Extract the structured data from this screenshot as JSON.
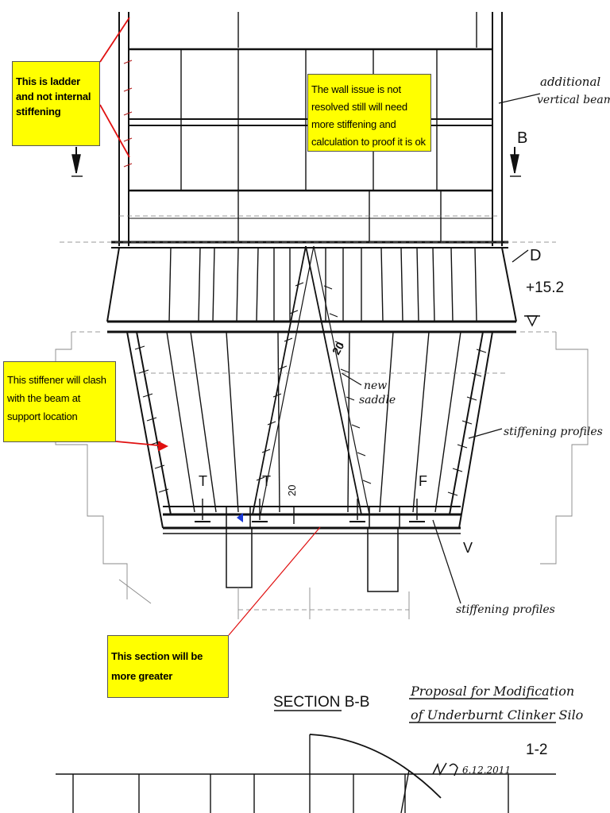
{
  "notes": {
    "ladder": "This is ladder and not internal stiffening",
    "wall": "The wall issue is not resolved still will need more stiffening and calculation to proof it is ok",
    "stiffener": "This stiffener will clash with the beam at support location",
    "section": "This section will be more greater"
  },
  "drawing": {
    "additional_beams": [
      "additional",
      "vertical beams"
    ],
    "label_b": "B",
    "label_d": "D",
    "level": "+15.2",
    "dim_20_a": "20",
    "dim_20_b": "20",
    "new_saddle": [
      "new",
      "saddle"
    ],
    "stiffening_profiles_1": "stiffening profiles",
    "stiffening_profiles_2": "stiffening profiles",
    "label_t1": "T",
    "label_t2": "T",
    "label_f": "F",
    "label_v": "V",
    "section_title": "SECTION B-B",
    "proposal_title": [
      "Proposal for Modification",
      "of Underburnt Clinker Silo"
    ],
    "sheet_number": "1-2",
    "signature_date": "6.12.2011"
  },
  "colors": {
    "note_background": "#ffff00",
    "callout_line": "#e01010",
    "drawing_line": "#111111"
  }
}
